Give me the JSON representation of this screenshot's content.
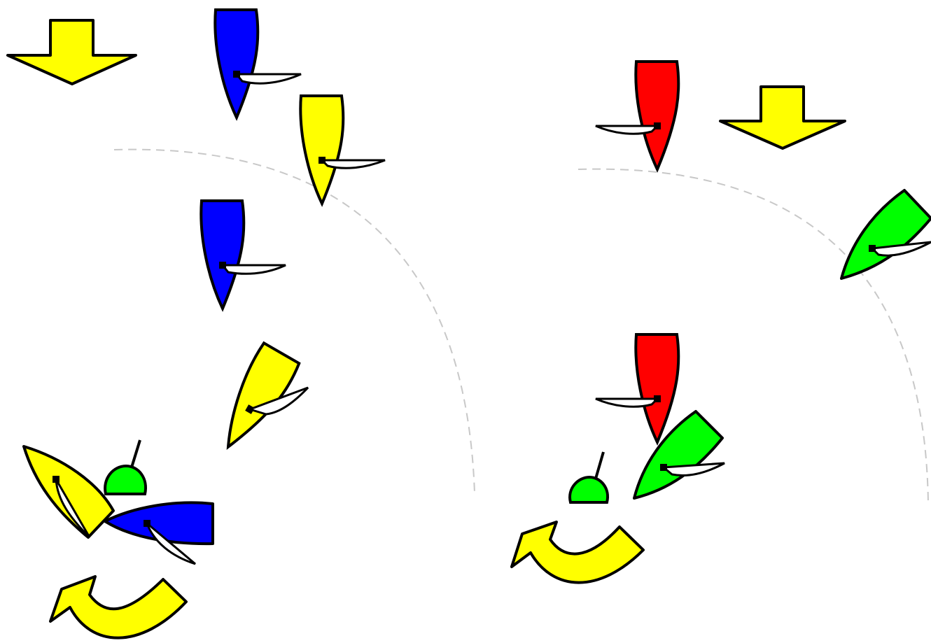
{
  "colors": {
    "blue_boat": "#0000ff",
    "yellow_boat": "#ffff00",
    "red_boat": "#ff0000",
    "green_boat": "#00ff00",
    "mark": "#00ff00",
    "arrow_fill": "#ffff00",
    "outline": "#000000",
    "sail": "#ffffff",
    "zone_circle": "#c8c8c8",
    "background": "#ffffff"
  },
  "diagrams": [
    {
      "id": "left",
      "boats": [
        {
          "name": "blue-boat-1",
          "color": "blue"
        },
        {
          "name": "yellow-boat-1",
          "color": "yellow"
        },
        {
          "name": "blue-boat-2",
          "color": "blue"
        },
        {
          "name": "yellow-boat-2",
          "color": "yellow"
        },
        {
          "name": "yellow-boat-3",
          "color": "yellow"
        },
        {
          "name": "blue-boat-3",
          "color": "blue"
        }
      ],
      "wind_arrow": "down-arrow-icon",
      "rounding_arrow": "curved-arrow-icon",
      "mark": "green-mark"
    },
    {
      "id": "right",
      "boats": [
        {
          "name": "red-boat-1",
          "color": "red"
        },
        {
          "name": "green-boat-1",
          "color": "green"
        },
        {
          "name": "red-boat-2",
          "color": "red"
        },
        {
          "name": "green-boat-2",
          "color": "green"
        }
      ],
      "wind_arrow": "down-arrow-icon",
      "rounding_arrow": "curved-arrow-icon",
      "mark": "green-mark"
    }
  ]
}
